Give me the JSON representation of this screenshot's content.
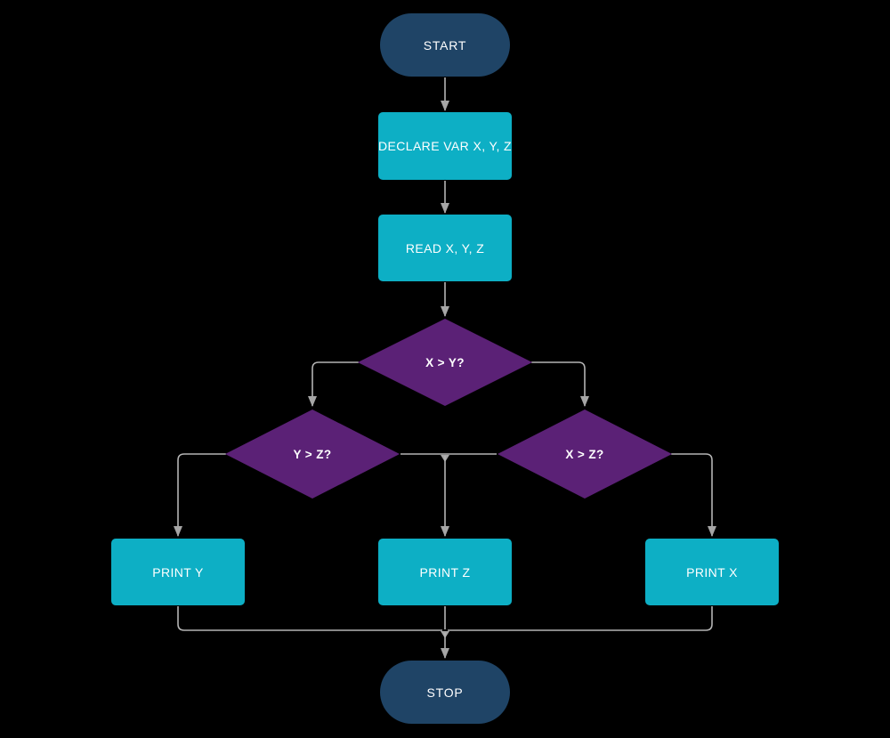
{
  "diagram": {
    "type": "flowchart",
    "background": "#000000",
    "palette": {
      "terminator_fill": "#1F4466",
      "process_fill": "#0DAFC5",
      "decision_fill": "#5B2176",
      "connector_line": "#B4B4B4",
      "arrowhead": "#A6A6A6",
      "label_text": "#FFFFFF"
    },
    "nodes": {
      "start": {
        "label": "START",
        "type": "terminator"
      },
      "declare": {
        "label": "DECLARE VAR X, Y, Z",
        "type": "process"
      },
      "read": {
        "label": "READ X, Y, Z",
        "type": "process"
      },
      "xy": {
        "label": "X > Y?",
        "type": "decision"
      },
      "yz": {
        "label": "Y > Z?",
        "type": "decision"
      },
      "xz": {
        "label": "X > Z?",
        "type": "decision"
      },
      "print_y": {
        "label": "PRINT Y",
        "type": "process"
      },
      "print_z": {
        "label": "PRINT Z",
        "type": "process"
      },
      "print_x": {
        "label": "PRINT X",
        "type": "process"
      },
      "stop": {
        "label": "STOP",
        "type": "terminator"
      }
    },
    "edges": [
      {
        "from": "start",
        "to": "declare"
      },
      {
        "from": "declare",
        "to": "read"
      },
      {
        "from": "read",
        "to": "xy"
      },
      {
        "from": "xy",
        "to": "yz",
        "branch": "left"
      },
      {
        "from": "xy",
        "to": "xz",
        "branch": "right"
      },
      {
        "from": "yz",
        "to": "print_y",
        "branch": "left"
      },
      {
        "from": "yz",
        "to": "print_z",
        "branch": "right"
      },
      {
        "from": "xz",
        "to": "print_z",
        "branch": "left"
      },
      {
        "from": "xz",
        "to": "print_x",
        "branch": "right"
      },
      {
        "from": "print_y",
        "to": "stop"
      },
      {
        "from": "print_z",
        "to": "stop"
      },
      {
        "from": "print_x",
        "to": "stop"
      }
    ]
  }
}
